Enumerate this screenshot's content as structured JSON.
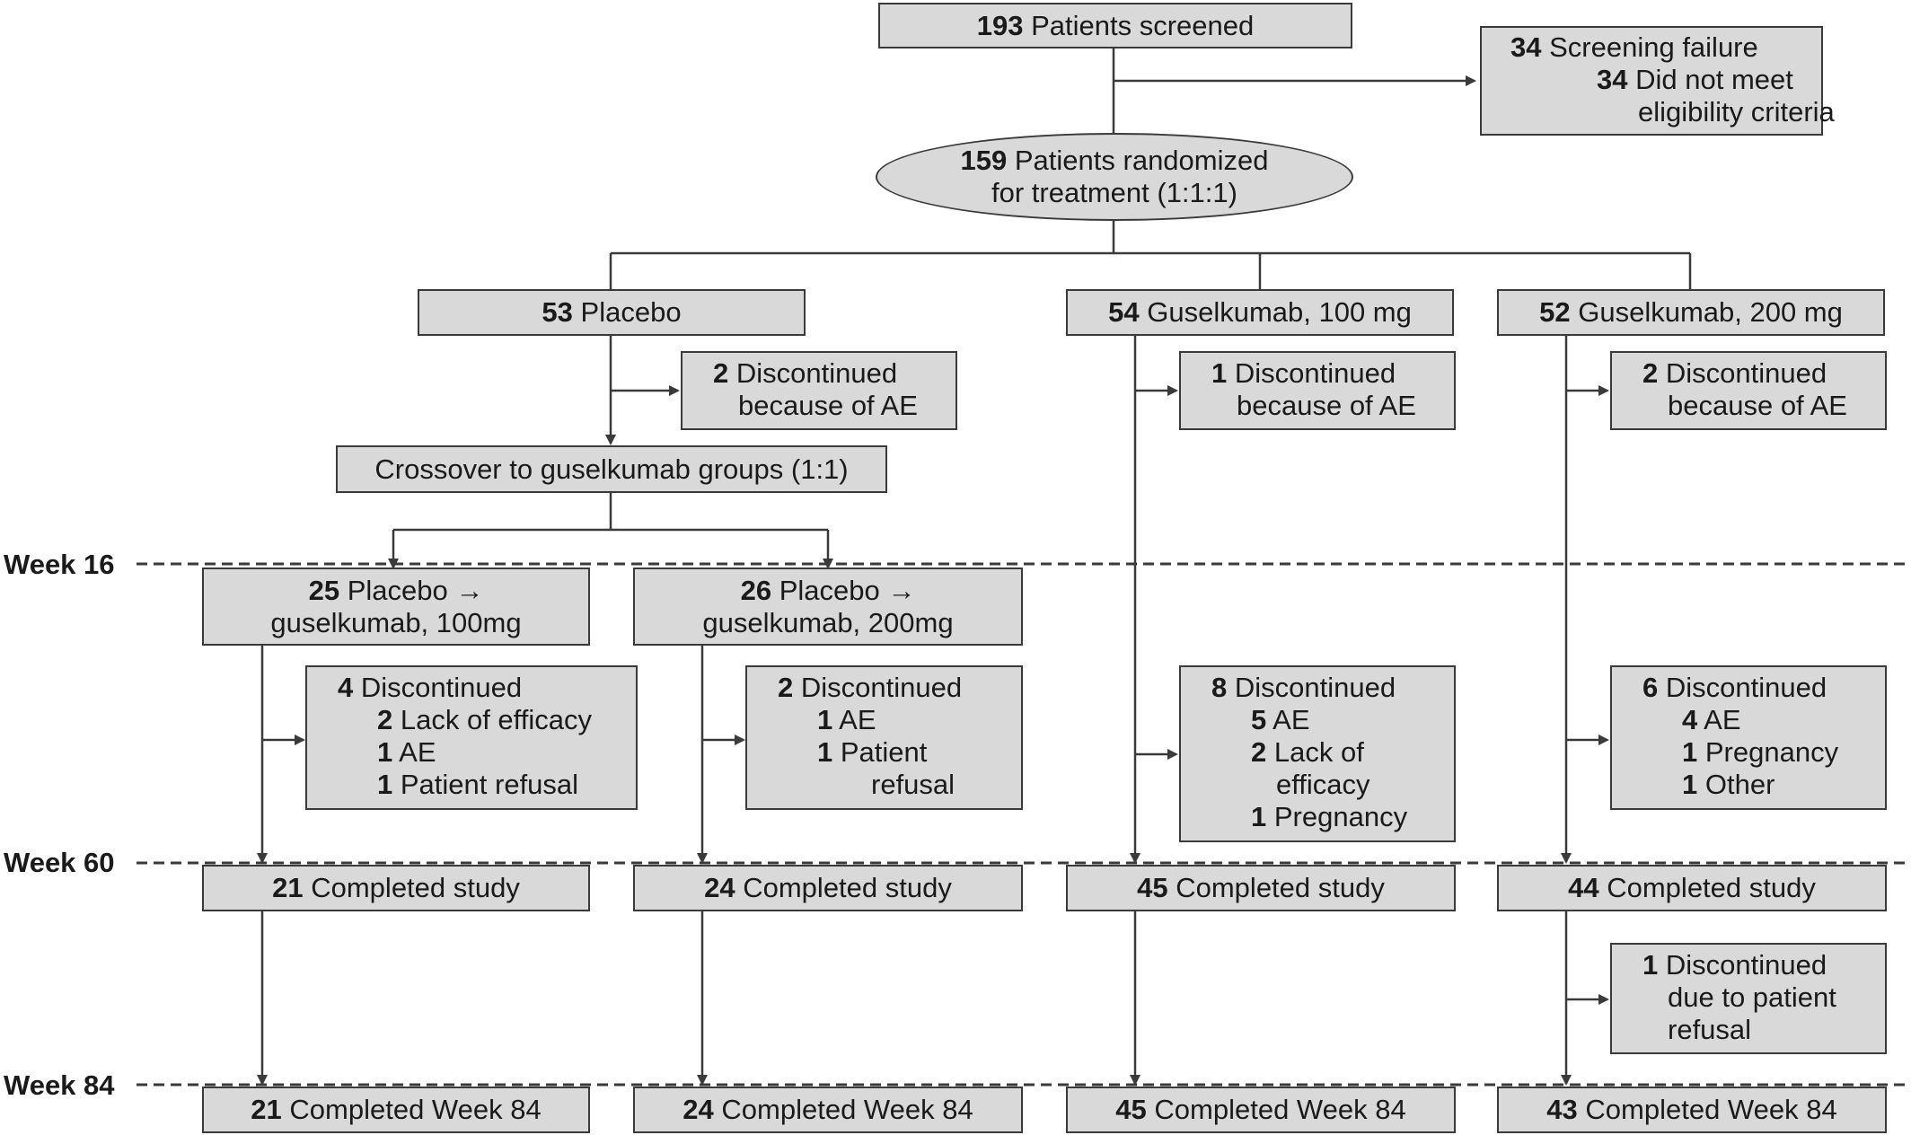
{
  "screened": {
    "n": "193",
    "label": "Patients screened"
  },
  "screening_failure": {
    "n": "34",
    "label": "Screening failure",
    "sub_n": "34",
    "sub_label_1": "Did not meet",
    "sub_label_2": "eligibility criteria"
  },
  "randomized": {
    "n": "159",
    "label_1": "Patients randomized",
    "label_2": "for treatment (1:1:1)"
  },
  "placebo": {
    "n": "53",
    "label": "Placebo"
  },
  "guselkumab_100": {
    "n": "54",
    "label": "Guselkumab, 100 mg"
  },
  "guselkumab_200": {
    "n": "52",
    "label": "Guselkumab, 200 mg"
  },
  "disc_placebo": {
    "n": "2",
    "label_1": "Discontinued",
    "label_2": "because of AE"
  },
  "disc_g100_early": {
    "n": "1",
    "label_1": "Discontinued",
    "label_2": "because of AE"
  },
  "disc_g200_early": {
    "n": "2",
    "label_1": "Discontinued",
    "label_2": "because of AE"
  },
  "crossover": {
    "label": "Crossover to guselkumab groups (1:1)"
  },
  "weeks": {
    "w16": "Week 16",
    "w60": "Week 60",
    "w84": "Week 84"
  },
  "pbo_g100": {
    "n": "25",
    "label_1": "Placebo →",
    "label_2": "guselkumab, 100mg"
  },
  "pbo_g200": {
    "n": "26",
    "label_1": "Placebo →",
    "label_2": "guselkumab, 200mg"
  },
  "disc_pbo_g100": {
    "n": "4",
    "label": "Discontinued",
    "items": [
      {
        "n": "2",
        "label": "Lack of efficacy"
      },
      {
        "n": "1",
        "label": "AE"
      },
      {
        "n": "1",
        "label": "Patient refusal"
      }
    ]
  },
  "disc_pbo_g200": {
    "n": "2",
    "label": "Discontinued",
    "items": [
      {
        "n": "1",
        "label": "AE"
      },
      {
        "n": "1",
        "label_1": "Patient",
        "label_2": "refusal"
      }
    ]
  },
  "disc_g100_late": {
    "n": "8",
    "label": "Discontinued",
    "items": [
      {
        "n": "5",
        "label": "AE"
      },
      {
        "n": "2",
        "label_1": "Lack of",
        "label_2": "efficacy"
      },
      {
        "n": "1",
        "label": "Pregnancy"
      }
    ]
  },
  "disc_g200_late": {
    "n": "6",
    "label": "Discontinued",
    "items": [
      {
        "n": "4",
        "label": "AE"
      },
      {
        "n": "1",
        "label": "Pregnancy"
      },
      {
        "n": "1",
        "label": "Other"
      }
    ]
  },
  "completed_study": [
    {
      "n": "21",
      "label": "Completed study"
    },
    {
      "n": "24",
      "label": "Completed study"
    },
    {
      "n": "45",
      "label": "Completed study"
    },
    {
      "n": "44",
      "label": "Completed study"
    }
  ],
  "disc_g200_post": {
    "n": "1",
    "label_1": "Discontinued",
    "label_2": "due to patient",
    "label_3": "refusal"
  },
  "completed_w84": [
    {
      "n": "21",
      "label": "Completed Week 84"
    },
    {
      "n": "24",
      "label": "Completed Week 84"
    },
    {
      "n": "45",
      "label": "Completed Week 84"
    },
    {
      "n": "43",
      "label": "Completed Week 84"
    }
  ]
}
